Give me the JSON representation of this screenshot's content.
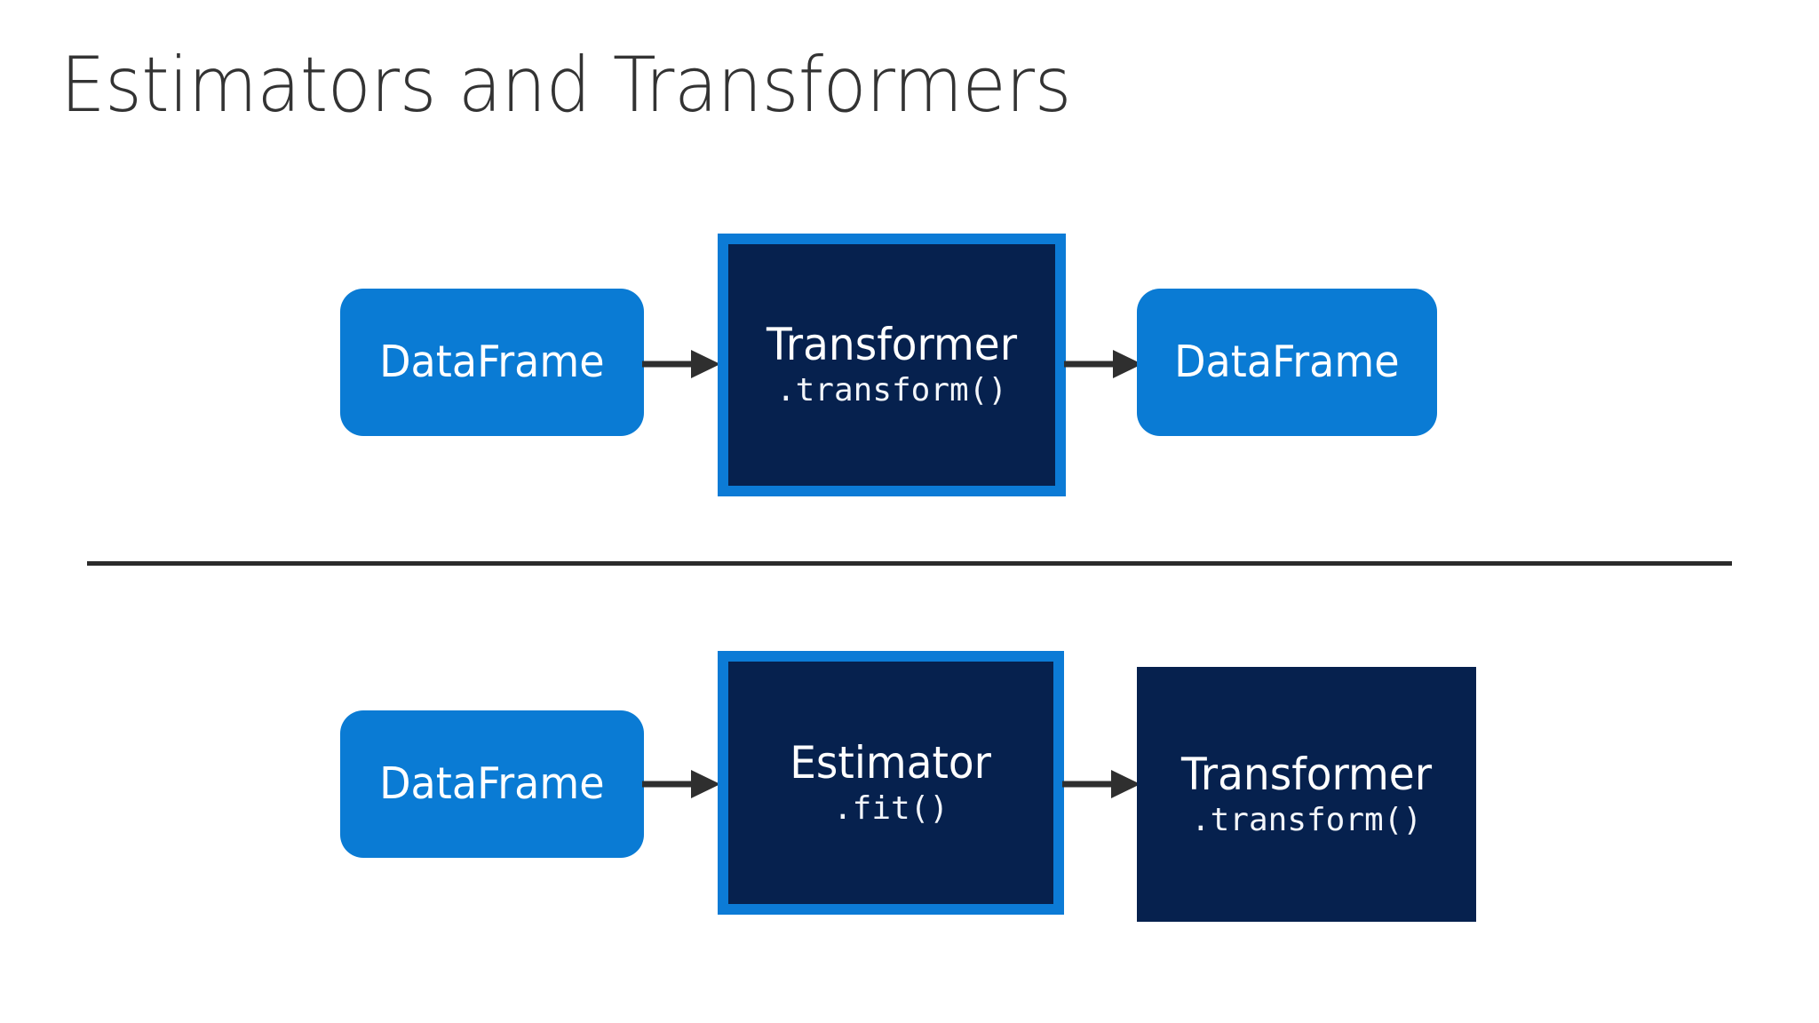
{
  "slide": {
    "title": "Estimators and Transformers",
    "background_color": "#ffffff",
    "title_color": "#333333"
  },
  "colors": {
    "pill_blue": "#0A7BD4",
    "block_navy": "#06214E",
    "block_border_blue": "#0C7BD6",
    "arrow_gray": "#2f2f2f",
    "divider_gray": "#2b2b2b",
    "text_white": "#ffffff"
  },
  "diagram": {
    "rows": [
      {
        "id": "transformer-row",
        "nodes": [
          {
            "id": "row1-input-dataframe",
            "kind": "pill",
            "title": "DataFrame",
            "method": ""
          },
          {
            "id": "row1-transformer",
            "kind": "block-bordered",
            "title": "Transformer",
            "method": ".transform()"
          },
          {
            "id": "row1-output-dataframe",
            "kind": "pill",
            "title": "DataFrame",
            "method": ""
          }
        ],
        "arrows": [
          "row1-arrow-1",
          "row1-arrow-2"
        ]
      },
      {
        "id": "estimator-row",
        "nodes": [
          {
            "id": "row2-input-dataframe",
            "kind": "pill",
            "title": "DataFrame",
            "method": ""
          },
          {
            "id": "row2-estimator",
            "kind": "block-bordered",
            "title": "Estimator",
            "method": ".fit()"
          },
          {
            "id": "row2-transformer",
            "kind": "block-plain",
            "title": "Transformer",
            "method": ".transform()"
          }
        ],
        "arrows": [
          "row2-arrow-1",
          "row2-arrow-2"
        ]
      }
    ],
    "divider": {
      "id": "section-divider",
      "label": ""
    }
  }
}
